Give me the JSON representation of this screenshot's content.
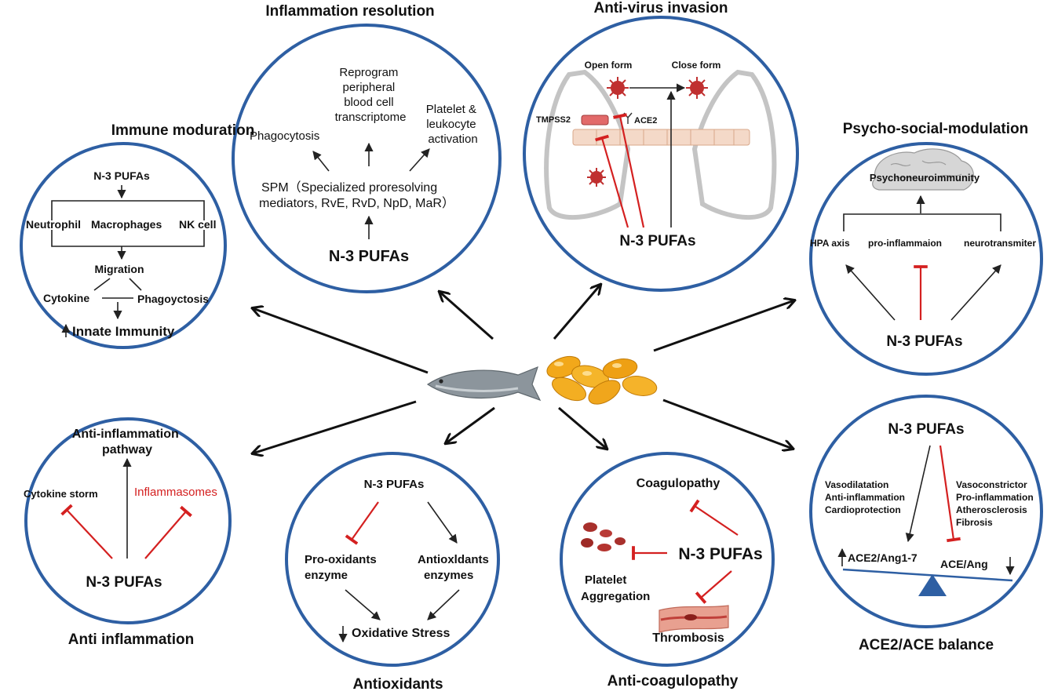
{
  "center": {
    "fish_icon": "fish-icon",
    "capsules_icon": "fish-oil-capsules-icon",
    "accent_blue": "#2e5fa3",
    "inhibit_red": "#d42020"
  },
  "immune": {
    "title": "Immune moduration",
    "npufas": "N-3 PUFAs",
    "neutrophil": "Neutrophil",
    "macrophages": "Macrophages",
    "nk": "NK cell",
    "migration": "Migration",
    "cytokine": "Cytokine",
    "phago": "Phagoyctosis",
    "innate": "Innate Immunity"
  },
  "resolution": {
    "title": "Inflammation resolution",
    "reprogram": [
      "Reprogram",
      "peripheral",
      "blood cell",
      "transcriptome"
    ],
    "phagocytosis": "Phagocytosis",
    "platelet": [
      "Platelet &",
      "leukocyte",
      "activation"
    ],
    "spm1": "SPM（Specialized proresolving",
    "spm2": "mediators, RvE, RvD, NpD, MaR）",
    "npufas": "N-3 PUFAs"
  },
  "antivirus": {
    "title": "Anti-virus invasion",
    "open": "Open  form",
    "close": "Close  form",
    "tmpss2": "TMPSS2",
    "ace2": "ACE2",
    "npufas": "N-3  PUFAs"
  },
  "psycho": {
    "title": "Psycho-social-modulation",
    "psychoneuro": "Psychoneuroimmunity",
    "hpa": "HPA axis",
    "proinf": "pro-inflammaion",
    "neuro": "neurotransmiter",
    "npufas": "N-3 PUFAs"
  },
  "antiinflammation": {
    "title": "Anti inflammation",
    "pathway": [
      "Anti-inflammation",
      "pathway"
    ],
    "storm": "Cytokine storm",
    "inflammasomes": "Inflammasomes",
    "npufas": "N-3 PUFAs"
  },
  "antioxidants": {
    "title": "Antioxidants",
    "npufas": "N-3 PUFAs",
    "prooxidants": [
      "Pro-oxidants",
      "enzyme"
    ],
    "antioxidant_enz": [
      "Antioxldants",
      "enzymes"
    ],
    "oxidative": "Oxidative Stress"
  },
  "anticoag": {
    "title": "Anti-coagulopathy",
    "coagulopathy": "Coagulopathy",
    "npufas": "N-3  PUFAs",
    "platelet": [
      "Platelet",
      "Aggregation"
    ],
    "thrombosis": "Thrombosis"
  },
  "ace": {
    "title": "ACE2/ACE balance",
    "npufas": "N-3  PUFAs",
    "left_effects": [
      "Vasodilatation",
      "Anti-inflammation",
      "Cardioprotection"
    ],
    "right_effects": [
      "Vasoconstrictor",
      "Pro-inflammation",
      "Atherosclerosis",
      "Fibrosis"
    ],
    "ace2ang": "ACE2/Ang1-7",
    "aceang": "ACE/Ang"
  }
}
